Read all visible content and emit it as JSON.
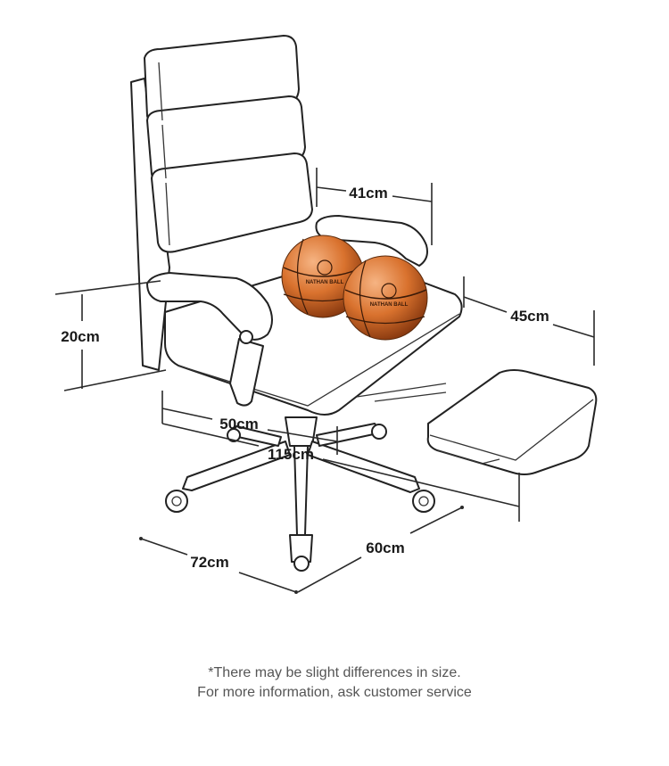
{
  "dimensions": {
    "backrest_width": "41cm",
    "armrest_height": "20cm",
    "footrest_depth": "45cm",
    "seat_depth": "50cm",
    "total_length": "115cm",
    "base_width": "72cm",
    "base_depth": "60cm"
  },
  "ball_brand": "NATHAN BALL",
  "colors": {
    "ball": "#d9722e",
    "ball_highlight": "#f4b27a",
    "ball_seam": "#3a1a08",
    "outline": "#222222"
  },
  "footnote": {
    "line1": "*There may be slight differences in size.",
    "line2": "For more information, ask customer service"
  }
}
